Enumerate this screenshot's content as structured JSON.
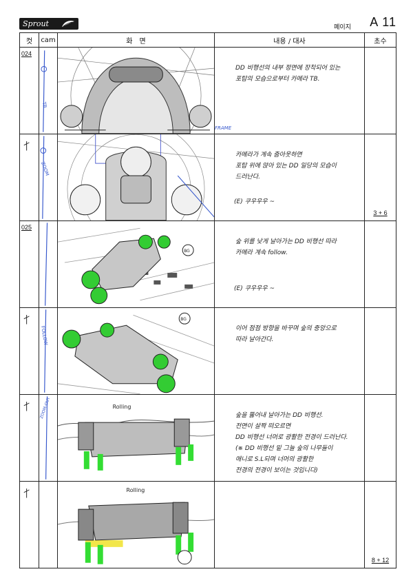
{
  "header": {
    "logo": "Sprout",
    "page_label": "페이지",
    "page_number": "A 11"
  },
  "columns": {
    "cut": "컷",
    "cam": "cam",
    "screen": "화　면",
    "content": "내용 / 대사",
    "time": "초수"
  },
  "rows": [
    {
      "cut": "024",
      "cam_note": "TB",
      "cam_mark": "FRAME",
      "description": "DD 비행선의 내부 정면에 장착되어 있는\n포탑의 모습으로부터 카메라 TB.",
      "sfx": "",
      "time": ""
    },
    {
      "cut": "",
      "cam_note": "ZOOM",
      "cam_mark": "",
      "description": "카메라가 계속 줌아웃하면\n포탑 위에 앉아 있는 DD 일당의 모습이\n드러난다.",
      "sfx": "(E) 쿠우우우 ~",
      "time": "3 + 6"
    },
    {
      "cut": "025",
      "cam_note": "",
      "cam_mark": "BG",
      "description": "숲 위를 낮게 날아가는 DD 비행선 따라\n카메라 계속 follow.",
      "sfx": "(E) 쿠우우우 ~",
      "time": ""
    },
    {
      "cut": "",
      "cam_note": "FOLLOW",
      "cam_mark": "BG",
      "description": "이어 점점 방향을 바꾸며 숲의 중앙으로\n따라 날아간다.",
      "sfx": "",
      "time": ""
    },
    {
      "cut": "",
      "cam_note": "ZOOM-OUT",
      "cam_mark": "Rolling",
      "description": "숲을 뚫어내 날아가는 DD 비행선.\n전면이 살짝 떠오르면\nDD 비행선 너머로 광활한 전경이 드러난다.\n(※ DD 비행선 밑 그늘 숲의 나무들이\n애니로 S.L되며 너머의 광활한\n전경의 전경이 보이는 것입니다)",
      "sfx": "",
      "time": ""
    },
    {
      "cut": "",
      "cam_note": "",
      "cam_mark": "Rolling",
      "description": "",
      "sfx": "",
      "time": "8 + 12"
    }
  ]
}
